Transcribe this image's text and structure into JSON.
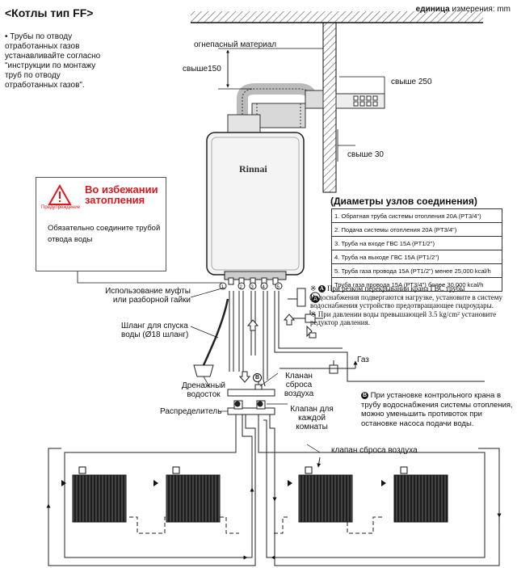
{
  "title": "<Котлы тип FF>",
  "units": {
    "bold": "единица",
    "rest": " измерения: mm"
  },
  "left_note": "• Трубы по отводу отработанных газов устанавливайте согласно \"инструкции по монтажу труб по отводу отработанных газов\".",
  "warning": {
    "title": "Во избежании затопления",
    "small": "Предупреждение",
    "text": "Обязательно соедините трубой отвода воды"
  },
  "labels": {
    "fireproof": "огнепасный материал",
    "above150": "свыше150",
    "above250": "свыше 250",
    "above30": "свыше 30",
    "brand": "Rinnai",
    "coupling": "Использование муфты или разборной гайки",
    "drain_hose": "Шланг для спуска воды (Ø18 шланг)",
    "drain": "Дренажный водосток",
    "distributor": "Распределитель",
    "air_valve_small": "Кланан сброса воздуха",
    "room_valve": "Клапан для каждой комнаты",
    "gas": "Газ",
    "air_valve": "клапан сброса воздуха",
    "A": "A",
    "B": "B"
  },
  "connections": {
    "title": "(Диаметры узлов соединения)",
    "rows": [
      "1. Обратная труба системы отопления 20A (PT3/4\")",
      "2. Подача системы отопления 20A (PT3/4\")",
      "3. Труба на входе ГВС 15A (PT1/2\")",
      "4. Труба на выходе ГВС 15A (PT1/2\")",
      "5. Труба газа провода 15A (PT1/2\") менее 25,000 kcal/h",
      "    Труба газа провода 15A (PT3/4\") более 30,000 kcal/h"
    ]
  },
  "notes_right": {
    "a": "При резком перекрывании крана ГВС трубы Водоснабжения подвергаются нагрузке, установите в систему водоснабжения устройство предотвращающее гидроудары.",
    "b": "При давлении воды превышающей 3.5 kg/cm² установите редуктор давления."
  },
  "note_b": "При установке контрольного крана в трубу водоснабжения системы отопления, можно уменьшить противоток при остановке насоса подачи воды."
}
